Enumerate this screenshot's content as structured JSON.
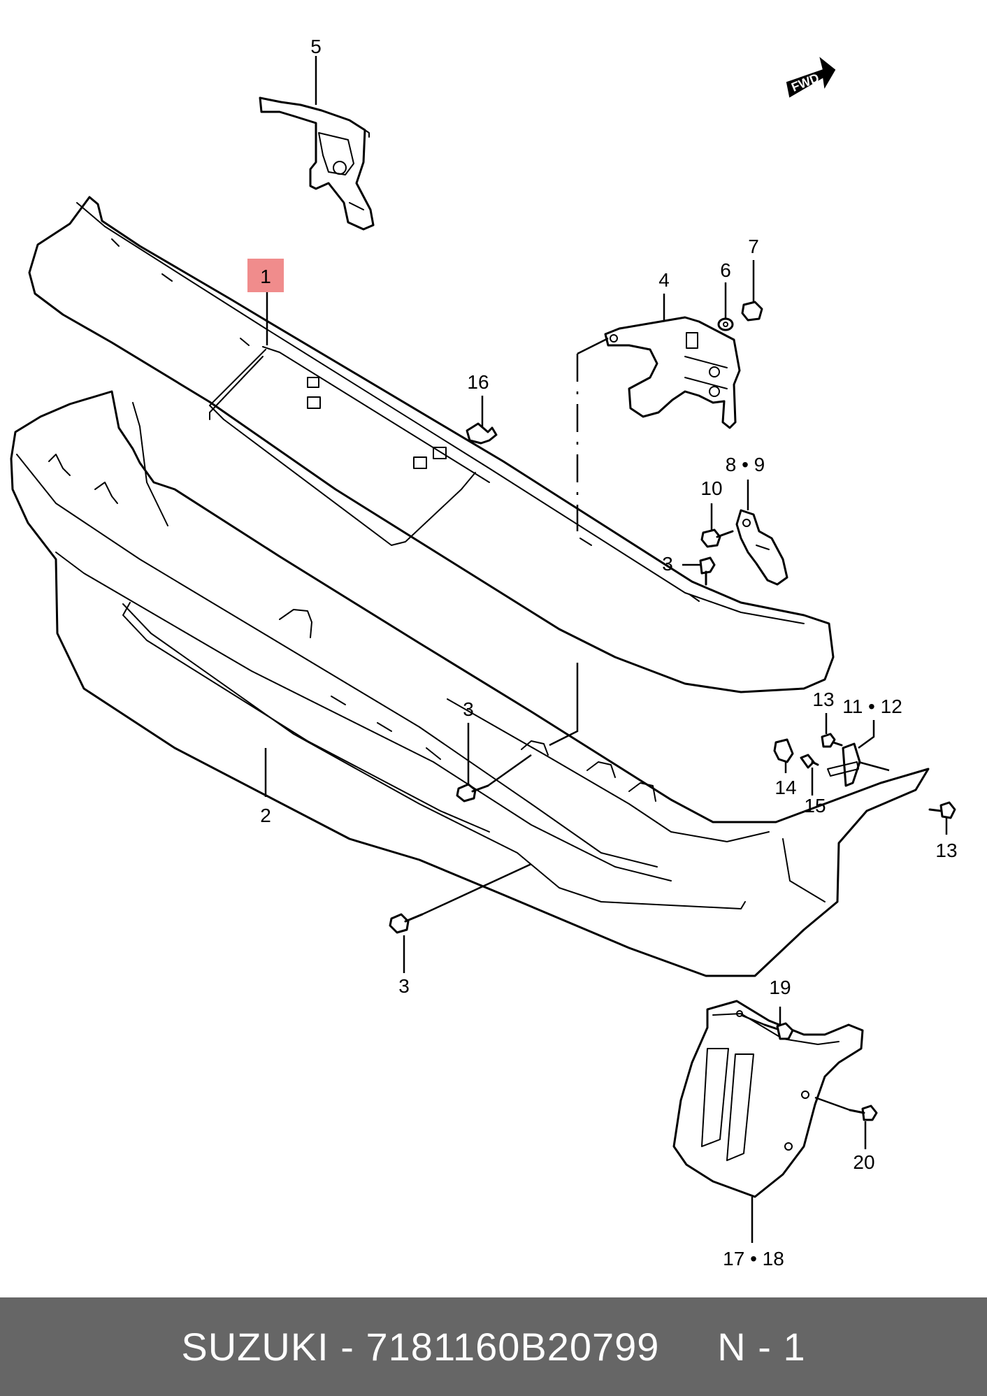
{
  "callouts": {
    "c1": "1",
    "c2": "2",
    "c3a": "3",
    "c3b": "3",
    "c3c": "3",
    "c4": "4",
    "c5": "5",
    "c6": "6",
    "c7": "7",
    "c8_9": "8 • 9",
    "c10": "10",
    "c11_12": "11 • 12",
    "c13a": "13",
    "c13b": "13",
    "c14": "14",
    "c15": "15",
    "c16": "16",
    "c17_18": "17 • 18",
    "c19": "19",
    "c20": "20"
  },
  "highlight_color": "#f08c8c",
  "fwd_label": "FWD",
  "footer": {
    "brand": "SUZUKI",
    "separator": " - ",
    "part_number": "7181160B20799",
    "gap": "     ",
    "page": "N - 1"
  },
  "footer_color": "#666666"
}
